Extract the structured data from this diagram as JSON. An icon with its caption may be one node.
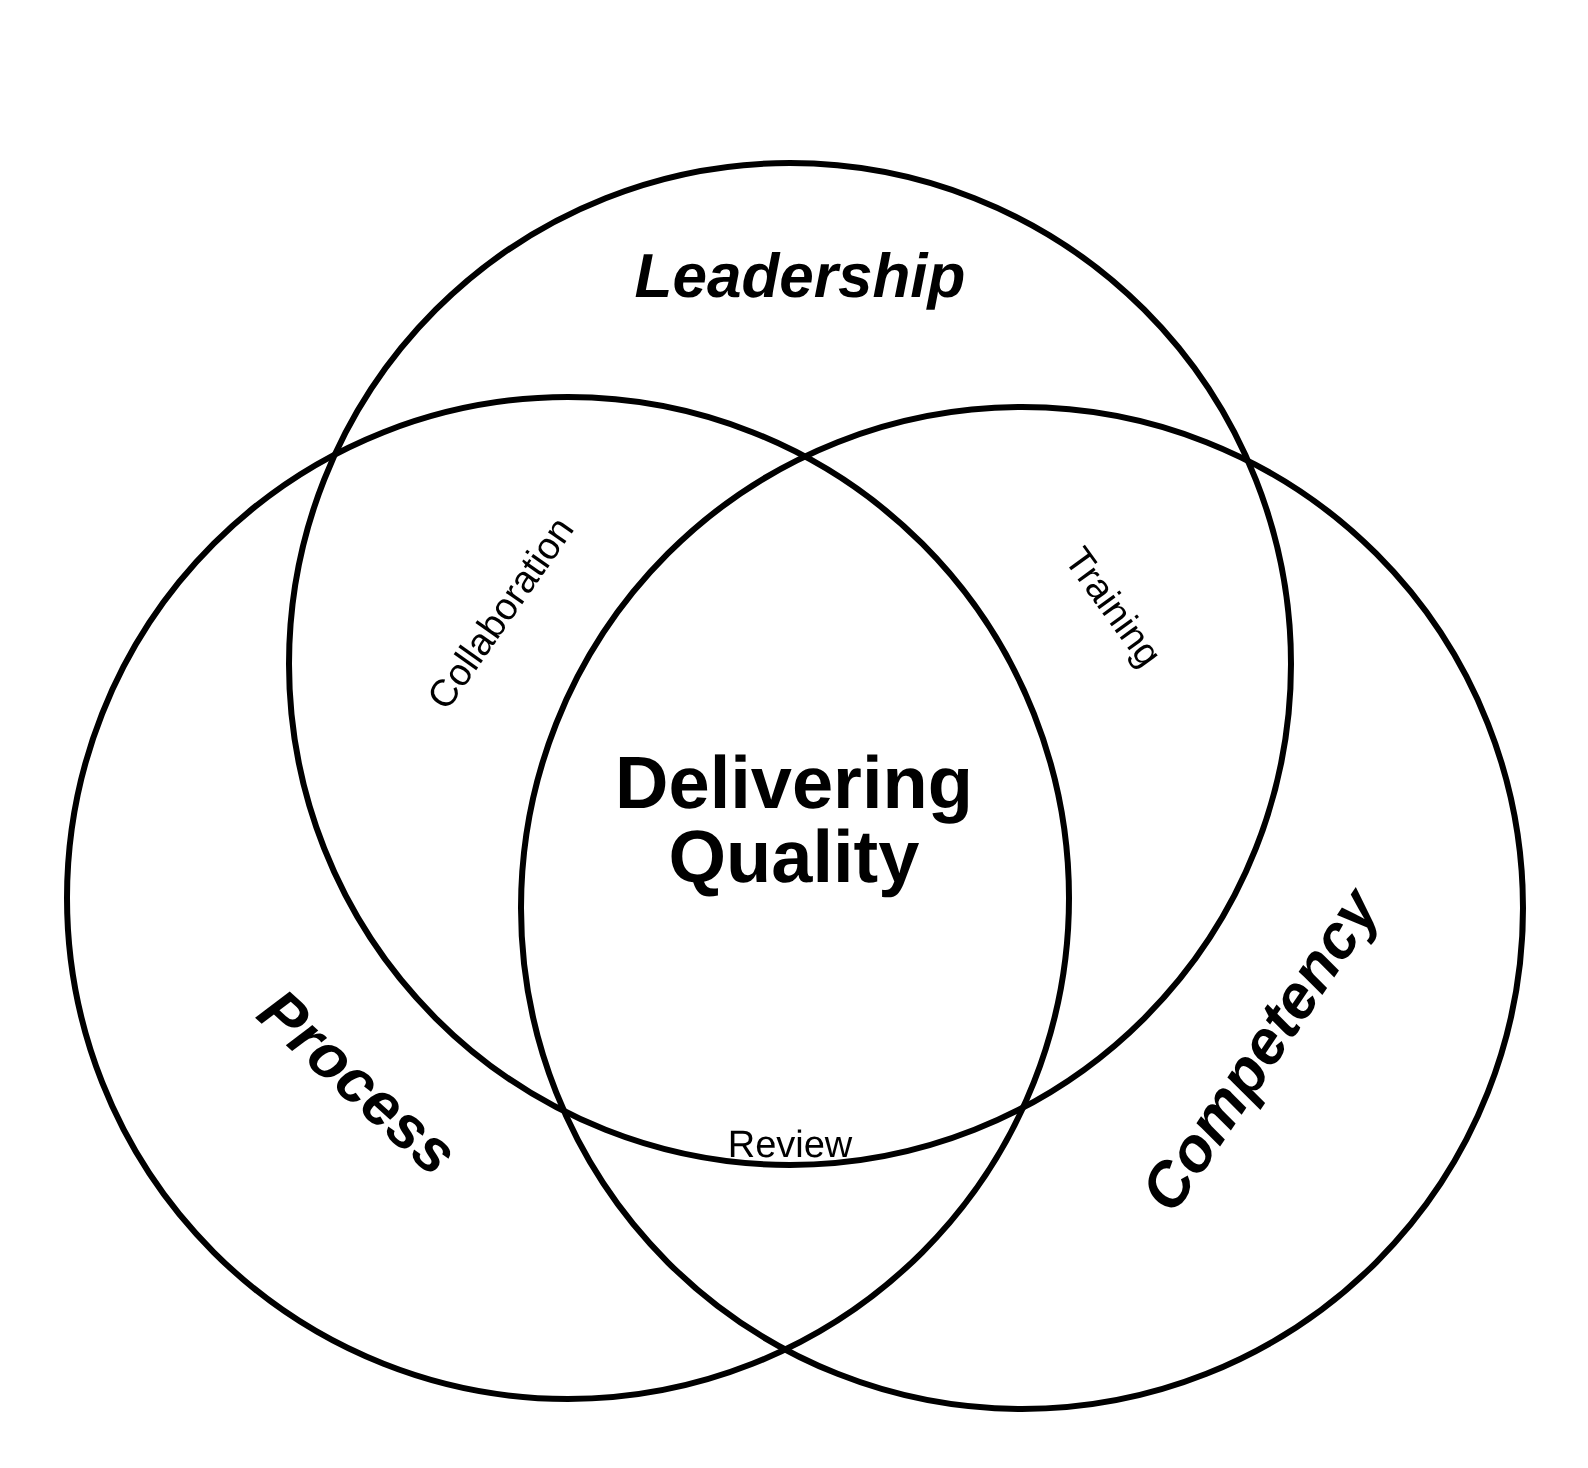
{
  "diagram": {
    "nodes": [
      {
        "text": [
          "Leadership"
        ]
      },
      {
        "text": [
          "Process"
        ]
      },
      {
        "text": [
          "Competency"
        ]
      }
    ],
    "labels": [
      "Collaboration",
      "Training",
      "Delivering Quality",
      "Review"
    ]
  }
}
